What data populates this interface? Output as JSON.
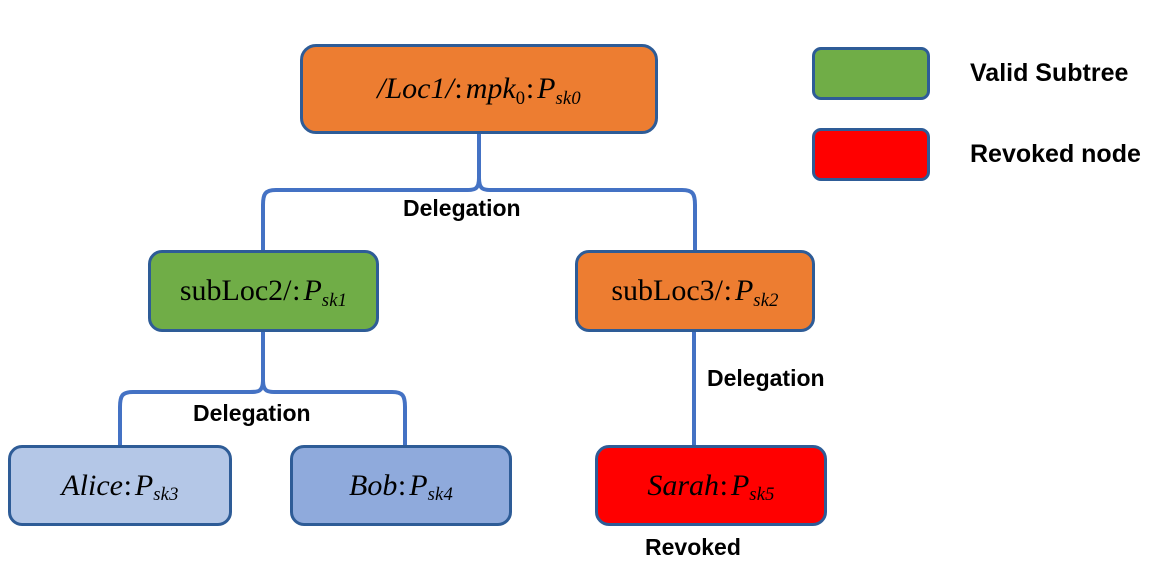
{
  "diagram": {
    "title": "Hierarchical key delegation tree with revocation",
    "colors": {
      "orange": "#ED7D31",
      "green": "#70AD47",
      "red": "#FF0000",
      "blue_light": "#B4C7E7",
      "blue_medium": "#8FAADC",
      "border": "#2E5C97",
      "edge": "#4472C4",
      "text": "#000000",
      "background": "#FFFFFF"
    },
    "nodes": [
      {
        "id": "root",
        "name": "root-node",
        "fill": "#ED7D31",
        "prefix": "/Loc1/",
        "mpk": "mpk",
        "mpk_sub": "0",
        "key": "P",
        "key_sub": "sk0",
        "colon": ":"
      },
      {
        "id": "sub2",
        "name": "subloc2-node",
        "fill": "#70AD47",
        "prefix": "subLoc2/",
        "key": "P",
        "key_sub": "sk1",
        "colon": ":"
      },
      {
        "id": "sub3",
        "name": "subloc3-node",
        "fill": "#ED7D31",
        "prefix": "subLoc3/",
        "key": "P",
        "key_sub": "sk2",
        "colon": ":"
      },
      {
        "id": "alice",
        "name": "alice-node",
        "fill": "#B4C7E7",
        "prefix": "Alice",
        "key": "P",
        "key_sub": "sk3",
        "colon": ":"
      },
      {
        "id": "bob",
        "name": "bob-node",
        "fill": "#8FAADC",
        "prefix": "Bob",
        "key": "P",
        "key_sub": "sk4",
        "colon": ":"
      },
      {
        "id": "sarah",
        "name": "sarah-node",
        "fill": "#FF0000",
        "prefix": "Sarah",
        "key": "P",
        "key_sub": "sk5",
        "colon": ":"
      }
    ],
    "edge_labels": {
      "delegation_1": "Delegation",
      "delegation_2": "Delegation",
      "delegation_3": "Delegation"
    },
    "annotations": {
      "revoked": "Revoked"
    },
    "legend": {
      "items": [
        {
          "label": "Valid Subtree",
          "color": "#70AD47"
        },
        {
          "label": "Revoked node",
          "color": "#FF0000"
        }
      ]
    }
  }
}
